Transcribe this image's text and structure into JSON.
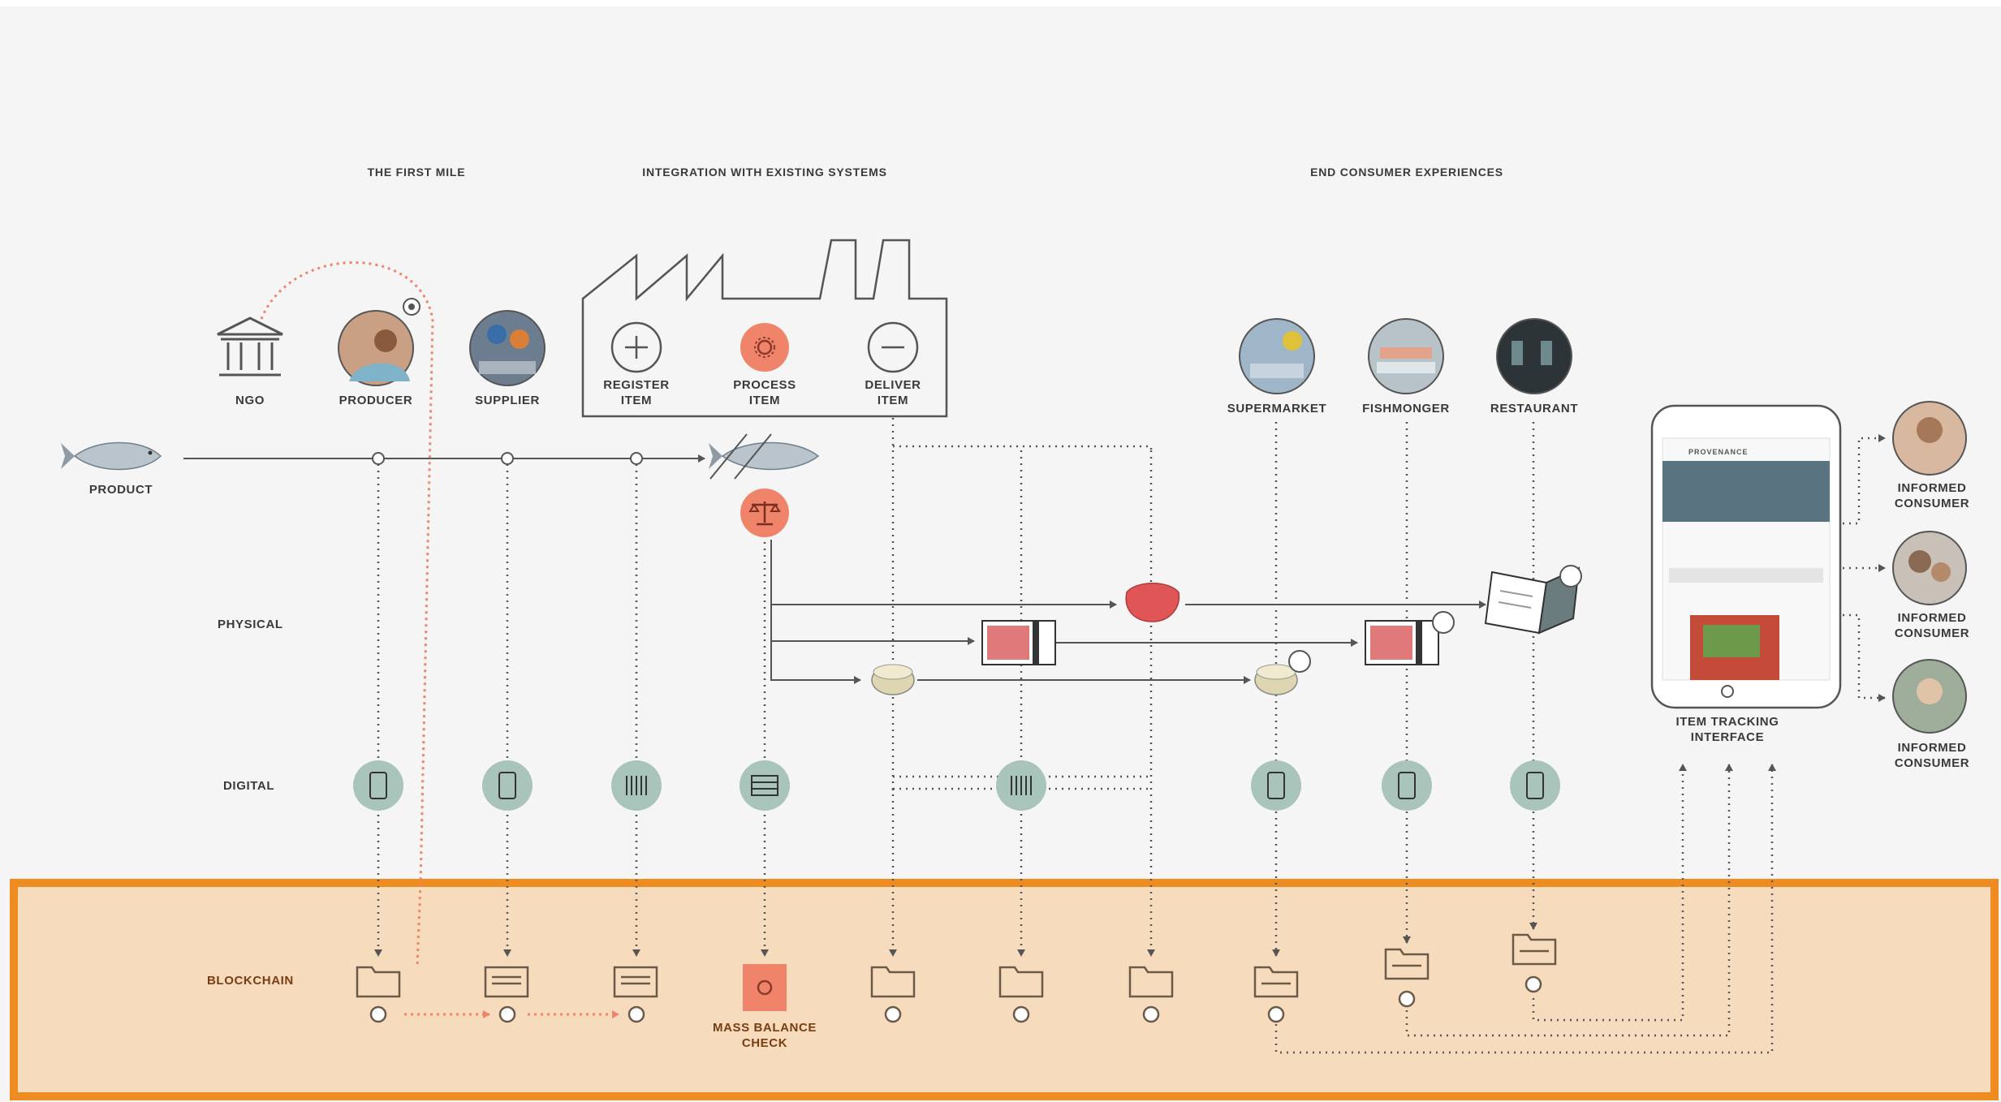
{
  "sections": {
    "first_mile": "THE FIRST MILE",
    "integration": "INTEGRATION WITH EXISTING SYSTEMS",
    "end_consumer": "END CONSUMER EXPERIENCES"
  },
  "rows": {
    "physical": "PHYSICAL",
    "digital": "DIGITAL",
    "blockchain": "BLOCKCHAIN"
  },
  "nodes": {
    "product": "PRODUCT",
    "ngo": "NGO",
    "producer": "PRODUCER",
    "supplier": "SUPPLIER",
    "register_item": "REGISTER\nITEM",
    "process_item": "PROCESS\nITEM",
    "deliver_item": "DELIVER\nITEM",
    "supermarket": "SUPERMARKET",
    "fishmonger": "FISHMONGER",
    "restaurant": "RESTAURANT",
    "item_tracking": "ITEM TRACKING\nINTERFACE",
    "mass_balance": "MASS BALANCE\nCHECK"
  },
  "consumers": [
    "INFORMED\nCONSUMER",
    "INFORMED\nCONSUMER",
    "INFORMED\nCONSUMER"
  ],
  "phone_screen": {
    "brand": "PROVENANCE"
  },
  "colors": {
    "background": "#f5f5f5",
    "line": "#555555",
    "accent": "#f0846b",
    "digital_circle": "#a9c4bb",
    "blockchain_fill": "#f6dcbd",
    "blockchain_border": "#ef8c21"
  }
}
